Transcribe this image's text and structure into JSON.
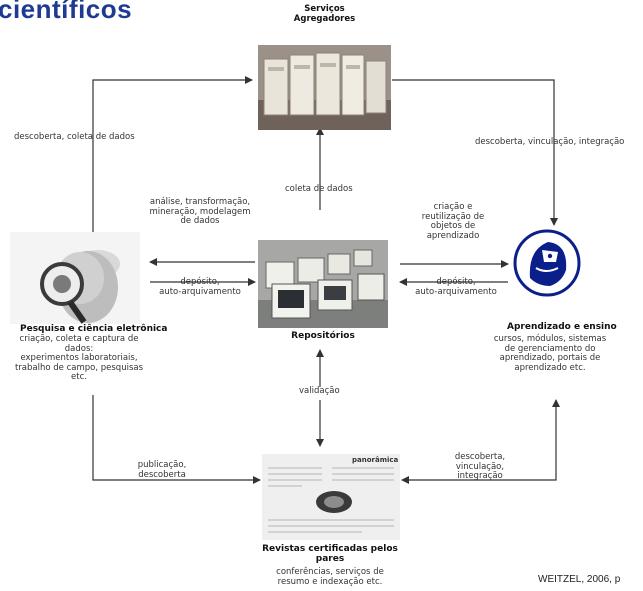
{
  "title": "científicos",
  "nodes": {
    "aggregators": "Serviços\nAgregadores",
    "research": "Pesquisa e ciência eletrônica",
    "repositories": "Repositórios",
    "learning": "Aprendizado e ensino",
    "journals": "Revistas certificadas pelos\npares"
  },
  "descriptions": {
    "research": "criação, coleta e captura de dados:\nexperimentos laboratoriais,\ntrabalho de campo, pesquisas etc.",
    "learning": "cursos, módulos, sistemas\nde gerenciamento do\naprendizado, portais de\naprendizado etc.",
    "journals": "conferências, serviços de\nresumo e indexação etc."
  },
  "edge_labels": {
    "left_top": "descoberta, coleta de dados",
    "right_top": "descoberta, vinculação, integração",
    "analysis": "análise, transformação,\nmineração, modelagem\nde dados",
    "collect": "coleta de dados",
    "creation": "criação e\nreutilização de\nobjetos de\naprendizado",
    "deposit_left": "depósito,\nauto-arquivamento",
    "deposit_right": "depósito,\nauto-arquivamento",
    "validation": "validação",
    "publication": "publicação,\ndescoberta",
    "discovery_bottom": "descoberta,\nvinculação,\nintegração"
  },
  "journal_header": "panorâmica",
  "citation": "WEITZEL, 2006, p",
  "colors": {
    "title": "#1f3a93",
    "line": "#333333",
    "learning_icon": "#0b1f8a"
  }
}
